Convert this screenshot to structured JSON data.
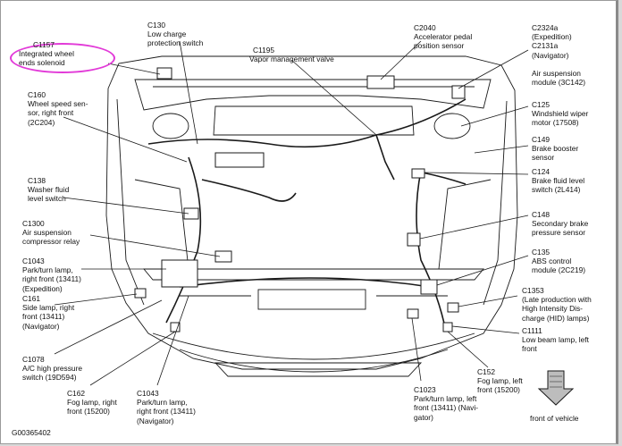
{
  "callouts": {
    "c1157": {
      "code": "C1157",
      "lines": [
        "Integrated wheel",
        "ends solenoid"
      ]
    },
    "c130": {
      "code": "C130",
      "lines": [
        "Low charge",
        "protection switch"
      ]
    },
    "c1195": {
      "code": "C1195",
      "lines": [
        "Vapor management valve"
      ]
    },
    "c2040": {
      "code": "C2040",
      "lines": [
        "Accelerator pedal",
        "position sensor"
      ]
    },
    "c2324a": {
      "code": "C2324a",
      "lines": [
        "(Expedition)"
      ]
    },
    "c2131a": {
      "code": "C2131a",
      "lines": [
        "(Navigator)"
      ]
    },
    "air_suspension_module": {
      "code": "",
      "lines": [
        "Air suspension",
        "module (3C142)"
      ]
    },
    "c160": {
      "code": "C160",
      "lines": [
        "Wheel speed sen-",
        "sor, right front",
        "(2C204)"
      ]
    },
    "c125": {
      "code": "C125",
      "lines": [
        "Windshield wiper",
        "motor (17508)"
      ]
    },
    "c149": {
      "code": "C149",
      "lines": [
        "Brake booster",
        "sensor"
      ]
    },
    "c138": {
      "code": "C138",
      "lines": [
        "Washer fluid",
        "level switch"
      ]
    },
    "c124": {
      "code": "C124",
      "lines": [
        "Brake fluid level",
        "switch (2L414)"
      ]
    },
    "c148": {
      "code": "C148",
      "lines": [
        "Secondary brake",
        "pressure sensor"
      ]
    },
    "c1300": {
      "code": "C1300",
      "lines": [
        "Air suspension",
        "compressor relay"
      ]
    },
    "c135": {
      "code": "C135",
      "lines": [
        "ABS control",
        "module (2C219)"
      ]
    },
    "c1043_top": {
      "code": "C1043",
      "lines": [
        "Park/turn lamp,",
        "right front (13411)",
        "(Expedition)"
      ]
    },
    "c161": {
      "code": "C161",
      "lines": [
        "Side lamp, right",
        "front (13411)",
        "(Navigator)"
      ]
    },
    "c1353": {
      "code": "C1353",
      "lines": [
        "(Late production with",
        "High Intensity Dis-",
        "charge (HID) lamps)"
      ]
    },
    "c1111": {
      "code": "C1111",
      "lines": [
        "Low beam lamp, left",
        "front"
      ]
    },
    "c1078": {
      "code": "C1078",
      "lines": [
        "A/C high pressure",
        "switch (19D594)"
      ]
    },
    "c152": {
      "code": "C152",
      "lines": [
        "Fog lamp, left",
        "front (15200)"
      ]
    },
    "c162": {
      "code": "C162",
      "lines": [
        "Fog lamp, right",
        "front (15200)"
      ]
    },
    "c1043_bottom": {
      "code": "C1043",
      "lines": [
        "Park/turn lamp,",
        "right front (13411)",
        "(Navigator)"
      ]
    },
    "c1023": {
      "code": "C1023",
      "lines": [
        "Park/turn lamp, left",
        "front (13411) (Navi-",
        "gator)"
      ]
    }
  },
  "figure_id": "G00365402",
  "front_label": "front of vehicle",
  "colors": {
    "line": "#1a1a1a",
    "highlight": "#e23ad8",
    "arrow_fill": "#bdbdbd"
  }
}
